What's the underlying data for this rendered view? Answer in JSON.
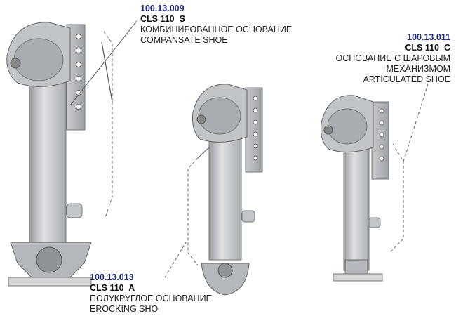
{
  "products": [
    {
      "code": "100.13.009",
      "model": "CLS 110  S",
      "desc_ru": "КОМБИНИРОВАННОЕ ОСНОВАНИЕ",
      "desc_en": "COMPANSATE SHOE"
    },
    {
      "code": "100.13.011",
      "model": "CLS 110  C",
      "desc_ru": "ОСНОВАНИЕ С ШАРОВЫМ",
      "desc_ru2": "МЕХАНИЗМОМ",
      "desc_en": "ARTICULATED SHOE"
    },
    {
      "code": "100.13.013",
      "model": "CLS 110  A",
      "desc_ru": "ПОЛУКРУГЛОЕ ОСНОВАНИЕ",
      "desc_en": "EROCKING SHO"
    }
  ],
  "colors": {
    "code": "#1d2a7a",
    "metal": "#b9bcc0",
    "metal_dark": "#7d8186",
    "accent": "#c0392b"
  }
}
